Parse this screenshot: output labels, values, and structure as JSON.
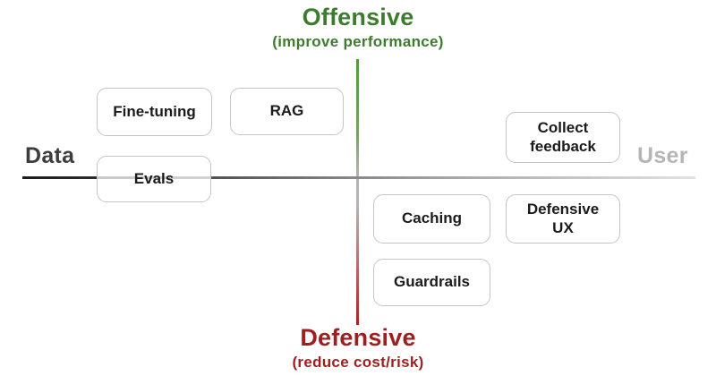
{
  "axes": {
    "vertical": {
      "top_label": "Offensive",
      "top_sublabel": "(improve performance)",
      "top_color": "#3d7c2f",
      "bottom_label": "Defensive",
      "bottom_sublabel": "(reduce cost/risk)",
      "bottom_color": "#9e1f1f",
      "line_gradient": [
        "#4f9c3e",
        "#b4b4b0",
        "#ae1f1f"
      ]
    },
    "horizontal": {
      "left_label": "Data",
      "left_color": "#3d3d3d",
      "right_label": "User",
      "right_color": "#b5b5b5",
      "line_gradient": [
        "#1c1c1c",
        "#8a8a8a",
        "#e2e2e2"
      ]
    }
  },
  "nodes": [
    {
      "id": "fine-tuning",
      "label": "Fine-tuning",
      "quadrant": "data-offensive"
    },
    {
      "id": "rag",
      "label": "RAG",
      "quadrant": "data-offensive"
    },
    {
      "id": "evals",
      "label": "Evals",
      "quadrant": "data-axis"
    },
    {
      "id": "collect-feedback",
      "label": "Collect\nfeedback",
      "quadrant": "user-offensive"
    },
    {
      "id": "caching",
      "label": "Caching",
      "quadrant": "user-defensive"
    },
    {
      "id": "defensive-ux",
      "label": "Defensive\nUX",
      "quadrant": "user-defensive"
    },
    {
      "id": "guardrails",
      "label": "Guardrails",
      "quadrant": "user-defensive"
    }
  ]
}
